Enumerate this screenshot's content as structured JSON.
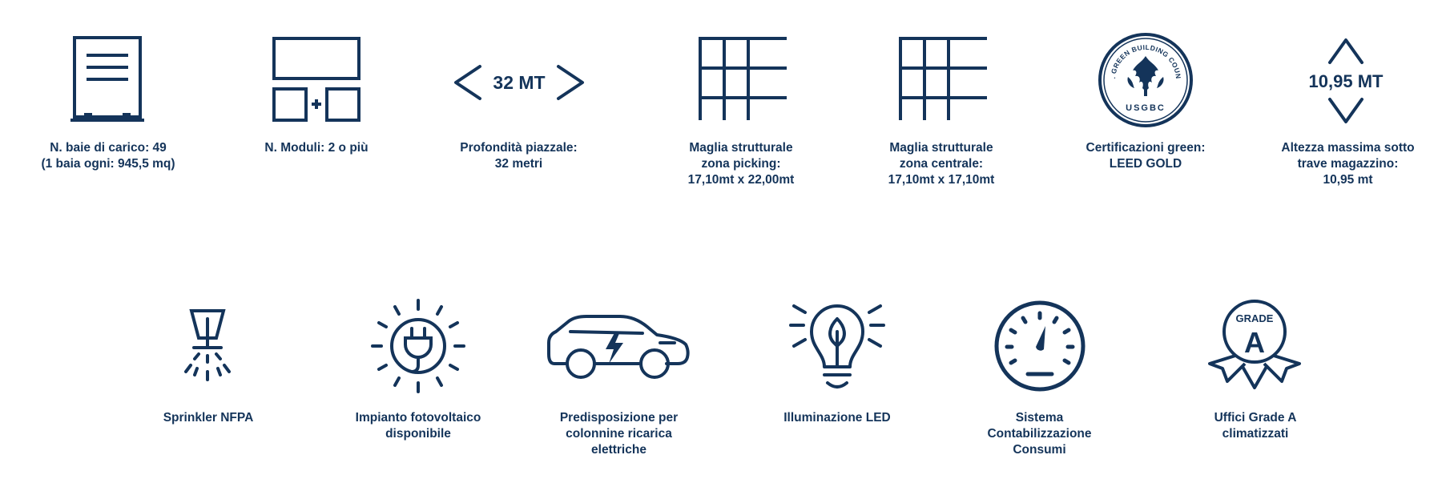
{
  "brand_color": "#14345a",
  "row1": [
    {
      "icon": "loading-bay-icon",
      "label": "N. baie di carico: 49\n(1 baia ogni:  945,5 mq)"
    },
    {
      "icon": "modules-icon",
      "label": "N. Moduli: 2 o più"
    },
    {
      "icon": "depth-arrows-icon",
      "icon_text": "32 MT",
      "label": "Profondità piazzale:\n32 metri"
    },
    {
      "icon": "grid-icon",
      "label": "Maglia strutturale\nzona picking:\n17,10mt x 22,00mt"
    },
    {
      "icon": "grid-icon",
      "label": "Maglia strutturale\nzona centrale:\n17,10mt x 17,10mt"
    },
    {
      "icon": "usgbc-seal-icon",
      "seal_text_top": "U.S. GREEN BUILDING COUNCIL",
      "seal_text_bottom": "USGBC",
      "label": "Certificazioni green:\nLEED GOLD"
    },
    {
      "icon": "height-arrows-icon",
      "icon_text": "10,95 MT",
      "label": "Altezza massima sotto\ntrave magazzino:\n10,95 mt"
    }
  ],
  "row2": [
    {
      "icon": "sprinkler-icon",
      "label": "Sprinkler NFPA"
    },
    {
      "icon": "solar-plug-icon",
      "label": "Impianto fotovoltaico\ndisponibile"
    },
    {
      "icon": "electric-car-icon",
      "label": "Predisposizione per\ncolonnine ricarica\nelettriche"
    },
    {
      "icon": "led-bulb-icon",
      "label": "Illuminazione LED"
    },
    {
      "icon": "gauge-icon",
      "label": "Sistema\nContabilizzazione\nConsumi"
    },
    {
      "icon": "grade-a-badge-icon",
      "badge_top": "GRADE",
      "badge_letter": "A",
      "label": "Uffici Grade A\nclimatizzati"
    }
  ]
}
